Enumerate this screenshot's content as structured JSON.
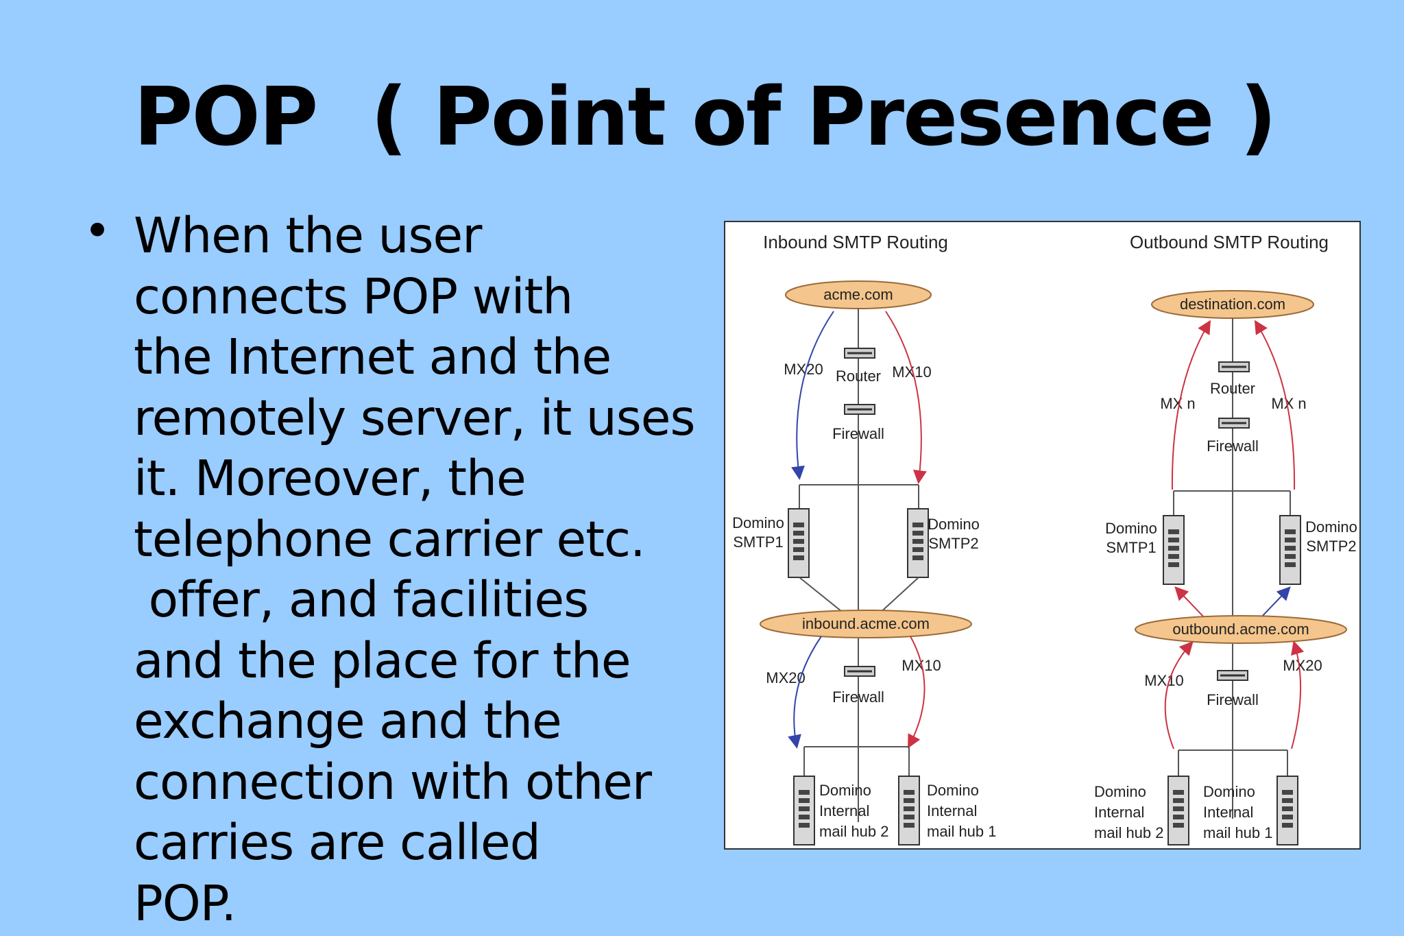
{
  "slide": {
    "title": "POP  ( Point of Presence )",
    "bullet_lines": [
      "When the user",
      "connects POP with",
      "the Internet and the",
      "remotely server, it uses",
      "it. Moreover, the",
      "telephone carrier etc.",
      " offer, and facilities",
      "and the place for the",
      "exchange and the",
      "connection with other",
      "carries are called",
      "POP."
    ]
  },
  "diagram": {
    "inbound": {
      "heading": "Inbound SMTP Routing",
      "domain_top": "acme.com",
      "mx_left": "MX20",
      "mx_right": "MX10",
      "router": "Router",
      "firewall_top": "Firewall",
      "smtp1": [
        "Domino",
        "SMTP1"
      ],
      "smtp2": [
        "Domino",
        "SMTP2"
      ],
      "domain_mid": "inbound.acme.com",
      "mx_left_low": "MX20",
      "mx_right_low": "MX10",
      "firewall_low": "Firewall",
      "hub2": [
        "Domino",
        "Internal",
        "mail hub 2"
      ],
      "hub1": [
        "Domino",
        "Internal",
        "mail hub 1"
      ]
    },
    "outbound": {
      "heading": "Outbound SMTP Routing",
      "domain_top": "destination.com",
      "mx_left": "MX n",
      "mx_right": "MX n",
      "router": "Router",
      "firewall_top": "Firewall",
      "smtp1": [
        "Domino",
        "SMTP1"
      ],
      "smtp2": [
        "Domino",
        "SMTP2"
      ],
      "domain_mid": "outbound.acme.com",
      "mx_left_low": "MX10",
      "mx_right_low": "MX20",
      "firewall_low": "Firewall",
      "hub2": [
        "Domino",
        "Internal",
        "mail hub 2"
      ],
      "hub1": [
        "Domino",
        "Internal",
        "mail hub 1"
      ]
    },
    "colors": {
      "cloud_fill": "#f4c58c",
      "cloud_stroke": "#9a6a38",
      "arrow_blue": "#3344aa",
      "arrow_red": "#cc3344",
      "line": "#555555"
    }
  }
}
